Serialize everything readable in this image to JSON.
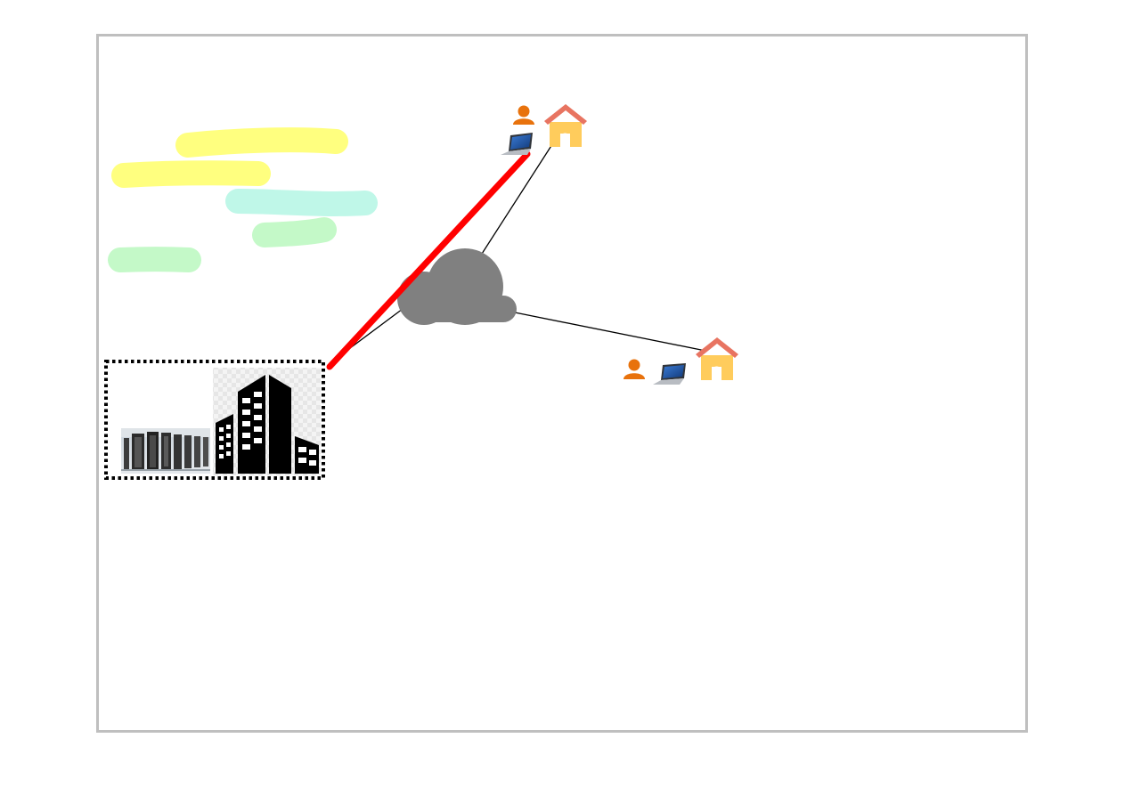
{
  "diagram": {
    "colors": {
      "frame_border": "#bfbfbf",
      "link": "#000000",
      "highlight_path": "#ff0000",
      "cloud": "#808080",
      "person": "#e8720c",
      "house_roof": "#e87461",
      "house_wall": "#ffcc5c",
      "building": "#000000",
      "group_border": "#000000",
      "sticky_yellow": "#ffff7f",
      "sticky_cyan": "#bff7e8",
      "sticky_green": "#c4f9c8"
    },
    "icons": {
      "cloud": "cloud-icon",
      "office": "office-building-icon",
      "datacenter": "server-racks-photo",
      "home": "house-icon",
      "user": "person-icon",
      "device": "laptop-icon"
    },
    "nodes": [
      {
        "id": "office",
        "kind": "office-datacenter-group"
      },
      {
        "id": "internet",
        "kind": "cloud"
      },
      {
        "id": "home-1",
        "kind": "home-user"
      },
      {
        "id": "home-2",
        "kind": "home-user"
      }
    ],
    "links": [
      {
        "from": "office",
        "to": "internet",
        "style": "thin"
      },
      {
        "from": "internet",
        "to": "home-1",
        "style": "thin"
      },
      {
        "from": "internet",
        "to": "home-2",
        "style": "thin"
      },
      {
        "from": "office",
        "to": "home-1",
        "style": "highlighted"
      }
    ],
    "highlight_strokes": [
      {
        "color": "sticky_yellow"
      },
      {
        "color": "sticky_yellow"
      },
      {
        "color": "sticky_cyan"
      },
      {
        "color": "sticky_green"
      },
      {
        "color": "sticky_green"
      }
    ]
  }
}
